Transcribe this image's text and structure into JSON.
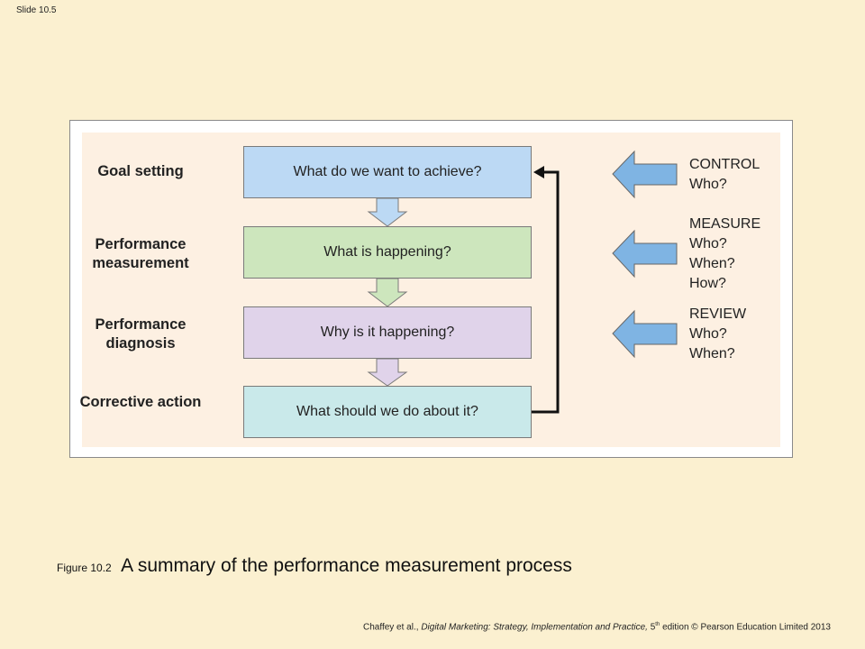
{
  "slide_number": "Slide 10.5",
  "diagram": {
    "stages": [
      {
        "label": "Goal setting",
        "question": "What do we want to achieve?",
        "color": "#bcd9f4"
      },
      {
        "label": "Performance measurement",
        "question": "What is happening?",
        "color": "#cde6bd"
      },
      {
        "label": "Performance diagnosis",
        "question": "Why is it happening?",
        "color": "#e0d3ea"
      },
      {
        "label": "Corrective action",
        "question": "What should we do about it?",
        "color": "#c9e9ea"
      }
    ],
    "roles": [
      {
        "title": "CONTROL",
        "lines": [
          "Who?"
        ]
      },
      {
        "title": "MEASURE",
        "lines": [
          "Who?",
          "When?",
          "How?"
        ]
      },
      {
        "title": "REVIEW",
        "lines": [
          "Who?",
          "When?"
        ]
      }
    ],
    "arrow_color": "#7fb4e3"
  },
  "caption": {
    "figure_number": "Figure 10.2",
    "title": "A summary of the performance measurement process"
  },
  "footer": {
    "authors": "Chaffey et al.,",
    "book": "Digital Marketing: Strategy, Implementation and Practice,",
    "edition_num": "5",
    "edition_sup": "th",
    "rest": "edition © Pearson Education Limited 2013"
  }
}
